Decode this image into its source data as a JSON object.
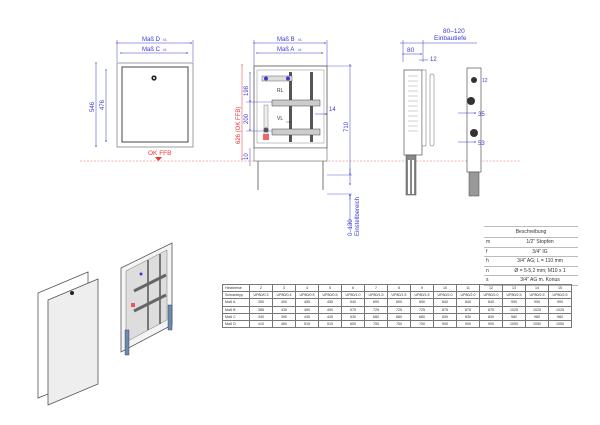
{
  "front_view": {
    "dim_d": "Maß D",
    "dim_d_tol": "±1",
    "dim_c": "Maß C",
    "dim_c_tol": "±1",
    "height_outer": "546",
    "height_inner": "476",
    "floor_label": "OK FFB"
  },
  "open_view": {
    "dim_b": "Maß B",
    "dim_b_tol": "±1",
    "dim_a": "Maß A",
    "dim_a_tol": "±1",
    "height_floor": "626 (OK FFB)",
    "dim_198": "198",
    "dim_200": "200",
    "dim_10": "10",
    "dim_14": "14",
    "dim_710": "710",
    "label_rl": "RL",
    "label_vl": "VL",
    "adjust_range": "0–130",
    "adjust_label": "Einstellbereich"
  },
  "side_view": {
    "depth_range": "80–120",
    "depth_label": "Einbautiefe",
    "dim_80": "80",
    "dim_12": "12",
    "dim_35": "35",
    "dim_53": "53"
  },
  "description_table": {
    "header": "Beschreibung",
    "rows": [
      {
        "key": "m",
        "value": "1/2\" Stopfen"
      },
      {
        "key": "f",
        "value": "3/4\" IG"
      },
      {
        "key": "h",
        "value": "3/4\" AG; L = 110 mm"
      },
      {
        "key": "n",
        "value": "Ø = 5-5,2 mm; M10 x 1"
      },
      {
        "key": "s",
        "value": "3/4\" AG m. Konus"
      }
    ]
  },
  "size_table": {
    "rows": [
      {
        "label": "Heizkreise",
        "values": [
          "2",
          "3",
          "4",
          "5",
          "6",
          "7",
          "8",
          "9",
          "10",
          "11",
          "12",
          "13",
          "14",
          "15"
        ]
      },
      {
        "label": "Schranktyp",
        "values": [
          "UP80/0.3",
          "UP80/0.4",
          "UP80/0.5",
          "UP80/0.5",
          "UP80/1.0",
          "UP80/1.5",
          "UP80/1.5",
          "UP80/1.5",
          "UP80/2.0",
          "UP80/2.0",
          "UP80/2.0",
          "UP80/2.5",
          "UP80/2.5",
          "UP80/2.5"
        ]
      },
      {
        "label": "Maß A",
        "values": [
          "350",
          "400",
          "455",
          "455",
          "540",
          "690",
          "690",
          "690",
          "840",
          "840",
          "840",
          "990",
          "990",
          "990"
        ]
      },
      {
        "label": "Maß B",
        "values": [
          "385",
          "435",
          "490",
          "490",
          "575",
          "725",
          "725",
          "725",
          "875",
          "875",
          "875",
          "1025",
          "1025",
          "1025"
        ]
      },
      {
        "label": "Maß C",
        "values": [
          "340",
          "390",
          "445",
          "445",
          "530",
          "680",
          "680",
          "680",
          "830",
          "830",
          "830",
          "980",
          "980",
          "980"
        ]
      },
      {
        "label": "Maß D",
        "values": [
          "410",
          "460",
          "515",
          "515",
          "600",
          "750",
          "750",
          "750",
          "900",
          "900",
          "900",
          "1050",
          "1050",
          "1050"
        ]
      }
    ]
  },
  "colors": {
    "dimension": "#3a3ad0",
    "floor_line": "#e33333",
    "outline": "#444444"
  }
}
